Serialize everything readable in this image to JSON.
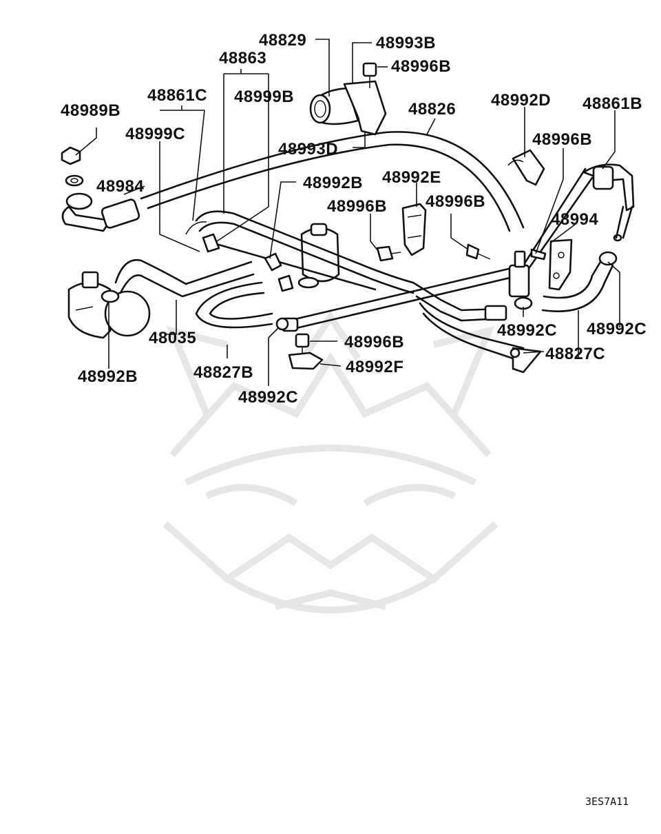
{
  "diagram": {
    "labels": [
      {
        "id": "p48829",
        "text": "48829"
      },
      {
        "id": "p48993B",
        "text": "48993B"
      },
      {
        "id": "p48996B_top",
        "text": "48996B"
      },
      {
        "id": "p48863",
        "text": "48863"
      },
      {
        "id": "p48861C",
        "text": "48861C"
      },
      {
        "id": "p48999B",
        "text": "48999B"
      },
      {
        "id": "p48989B",
        "text": "48989B"
      },
      {
        "id": "p48999C",
        "text": "48999C"
      },
      {
        "id": "p48826",
        "text": "48826"
      },
      {
        "id": "p48992D",
        "text": "48992D"
      },
      {
        "id": "p48861B",
        "text": "48861B"
      },
      {
        "id": "p48993D",
        "text": "48993D"
      },
      {
        "id": "p48996B_right",
        "text": "48996B"
      },
      {
        "id": "p48984",
        "text": "48984"
      },
      {
        "id": "p48992B_mid",
        "text": "48992B"
      },
      {
        "id": "p48992E",
        "text": "48992E"
      },
      {
        "id": "p48996B_left",
        "text": "48996B"
      },
      {
        "id": "p48996B_center",
        "text": "48996B"
      },
      {
        "id": "p48994",
        "text": "48994"
      },
      {
        "id": "p48035",
        "text": "48035"
      },
      {
        "id": "p48992C_right",
        "text": "48992C"
      },
      {
        "id": "p48992C_far",
        "text": "48992C"
      },
      {
        "id": "p48996B_low",
        "text": "48996B"
      },
      {
        "id": "p48827C",
        "text": "48827C"
      },
      {
        "id": "p48992F",
        "text": "48992F"
      },
      {
        "id": "p48827B",
        "text": "48827B"
      },
      {
        "id": "p48992B_left",
        "text": "48992B"
      },
      {
        "id": "p48992C_low",
        "text": "48992C"
      }
    ],
    "diagram_code": "3ES7A11"
  },
  "colors": {
    "ink": "#111111",
    "watermark": "#e6e6e6"
  }
}
